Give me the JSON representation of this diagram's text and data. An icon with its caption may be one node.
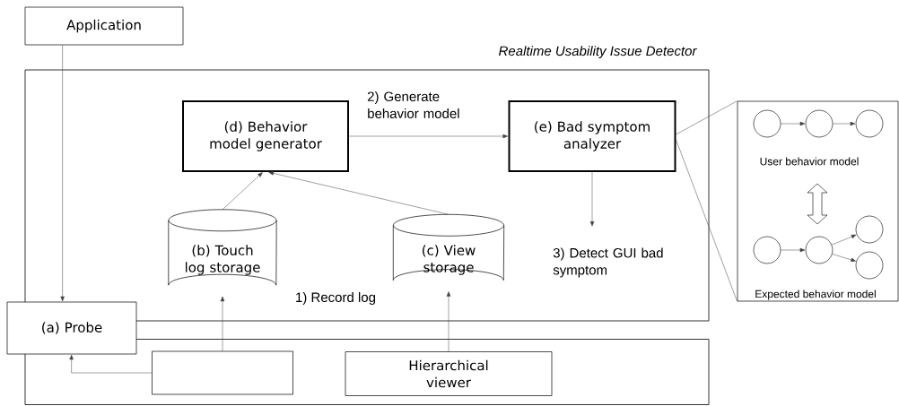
{
  "diagram": {
    "nodes": [
      {
        "text": [
          "Application"
        ]
      },
      {
        "text": [
          "Realtime Usability Issue Detector"
        ]
      },
      {
        "text": [
          "(d) Behavior model generator"
        ],
        "in": 1
      },
      {
        "text": [
          "(e) Bad symptom analyzer"
        ],
        "in": 1
      },
      {
        "text": [
          "(b) Touch log storage"
        ],
        "in": 1
      },
      {
        "text": [
          "(c) View storage"
        ],
        "in": 1
      },
      {
        "text": [
          "User behavior model",
          "Expected behavior model"
        ]
      },
      {
        "text": [],
        "shape": "circle",
        "in": 6
      },
      {
        "text": [],
        "shape": "circle",
        "in": 6
      },
      {
        "text": [],
        "shape": "circle",
        "in": 6
      },
      {
        "text": [],
        "shape": "circle",
        "in": 6
      },
      {
        "text": [],
        "shape": "circle",
        "in": 6
      },
      {
        "text": [],
        "shape": "circle",
        "in": 6
      },
      {
        "text": [],
        "shape": "circle",
        "in": 6
      },
      {
        "text": [
          "(a) Probe"
        ]
      },
      {
        "text": [],
        "shape": "box"
      },
      {
        "text": [],
        "shape": "box",
        "in": 15
      },
      {
        "text": [
          "Hierarchical viewer"
        ],
        "in": 15
      }
    ],
    "edges": [
      {
        "from": 0,
        "to": 14,
        "arrow": "to"
      },
      {
        "from": 16,
        "to": 14,
        "arrow": "to"
      },
      {
        "from": 16,
        "to": 4,
        "arrow": "to"
      },
      {
        "from": 17,
        "to": 5,
        "arrow": "to"
      },
      {
        "from": 4,
        "to": 2,
        "arrow": "to"
      },
      {
        "from": 5,
        "to": 2,
        "arrow": "to"
      },
      {
        "from": 2,
        "to": 3,
        "arrow": "to",
        "label": "2) Generate behavior model"
      },
      {
        "from": 3,
        "to": null,
        "arrow": "to",
        "label": "3) Detect GUI bad symptom"
      },
      {
        "from": 3,
        "to": 6,
        "arrow": "none"
      },
      {
        "from": 3,
        "to": 6,
        "arrow": "none"
      },
      {
        "from": 7,
        "to": 8,
        "arrow": "to"
      },
      {
        "from": 8,
        "to": 9,
        "arrow": "to"
      },
      {
        "from": 10,
        "to": 11,
        "arrow": "to"
      },
      {
        "from": 11,
        "to": 12,
        "arrow": "to"
      },
      {
        "from": 11,
        "to": 13,
        "arrow": "to"
      }
    ],
    "labels": [
      "1) Record log"
    ]
  }
}
